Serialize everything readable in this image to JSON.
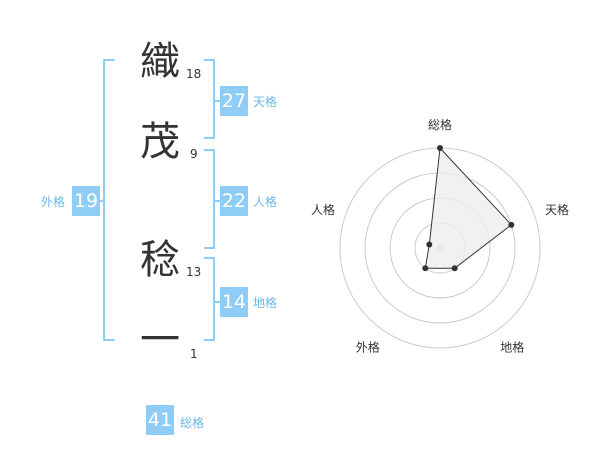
{
  "colors": {
    "accent": "#8fcdf6",
    "accent_text": "#6ab8ec",
    "text": "#333333",
    "ring": "#cccccc",
    "polygon_fill": "#eeeeee",
    "polygon_stroke": "#333333"
  },
  "name": {
    "characters": [
      {
        "char": "織",
        "strokes": "18"
      },
      {
        "char": "茂",
        "strokes": "9"
      },
      {
        "char": "稔",
        "strokes": "13"
      },
      {
        "char": "一",
        "strokes": "1"
      }
    ]
  },
  "fortune": {
    "tenkaku": {
      "label": "天格",
      "value": "27"
    },
    "jinkaku": {
      "label": "人格",
      "value": "22"
    },
    "chikaku": {
      "label": "地格",
      "value": "14"
    },
    "gaikaku": {
      "label": "外格",
      "value": "19"
    },
    "soukaku": {
      "label": "総格",
      "value": "41"
    }
  },
  "chart_data": {
    "type": "radar",
    "axes": [
      "総格",
      "天格",
      "地格",
      "外格",
      "人格"
    ],
    "values": [
      4,
      3,
      1,
      1,
      0
    ],
    "rmax": 4,
    "rings": 4
  }
}
